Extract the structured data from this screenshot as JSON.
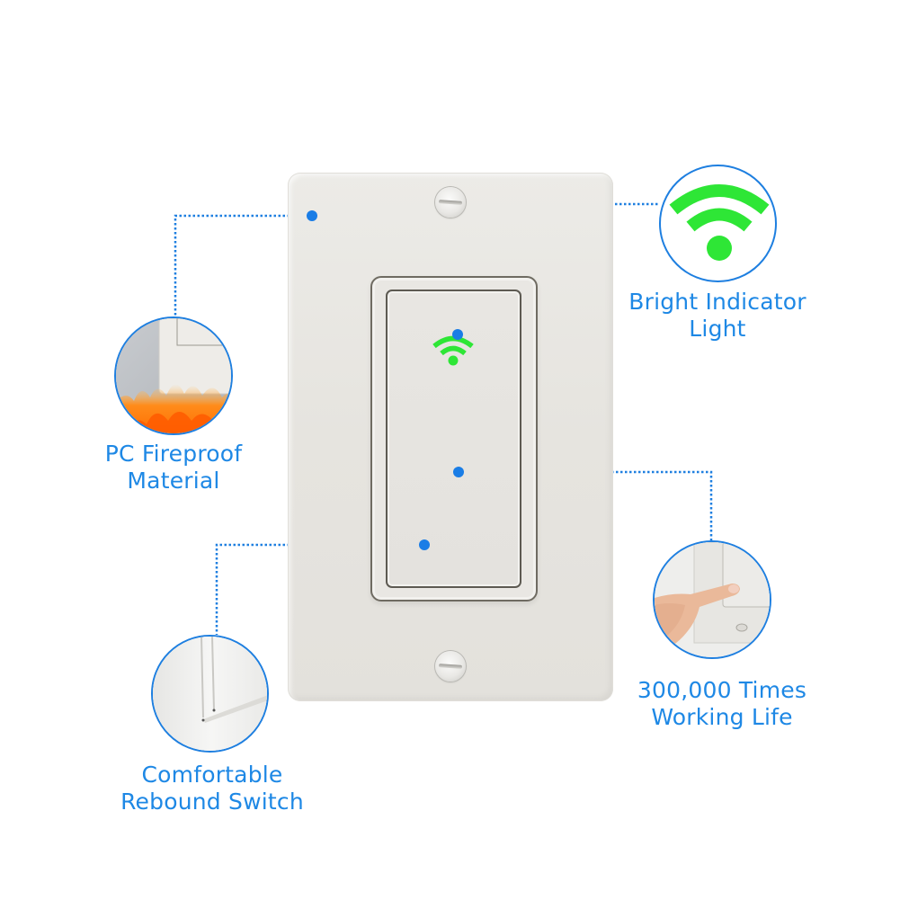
{
  "product": {
    "name": "Wall switch plate with rocker",
    "indicator_icon": "wifi-icon",
    "indicator_color": "#2ee636",
    "accent_color": "#1e88e5"
  },
  "features": [
    {
      "id": "fireproof",
      "line1": "PC Fireproof",
      "line2": "Material",
      "icon": "fire-icon"
    },
    {
      "id": "indicator",
      "line1": "Bright Indicator",
      "line2": "Light",
      "icon": "wifi-icon"
    },
    {
      "id": "working-life",
      "line1": "300,000 Times",
      "line2": "Working Life",
      "icon": "finger-press-icon"
    },
    {
      "id": "rebound",
      "line1": "Comfortable",
      "line2": "Rebound Switch",
      "icon": "rocker-edge-icon"
    }
  ]
}
